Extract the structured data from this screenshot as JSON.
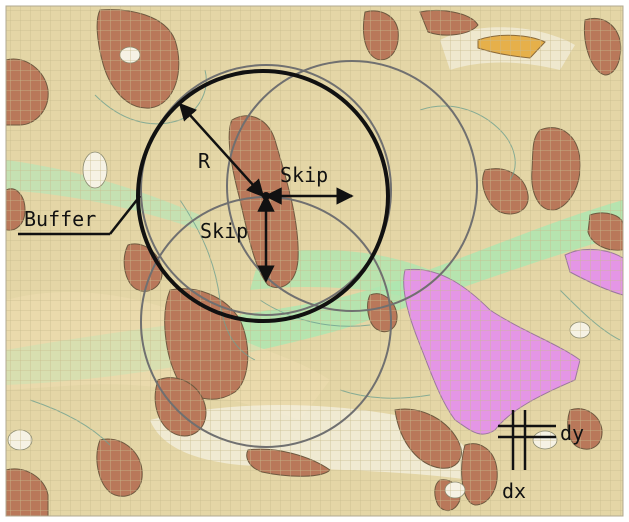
{
  "labels": {
    "radius": "R",
    "skip_horizontal": "Skip",
    "skip_vertical": "Skip",
    "buffer": "Buffer",
    "dy": "dy",
    "dx": "dx"
  },
  "colors": {
    "background": "#e4d6a6",
    "grid": "#c8bc8e",
    "brown_patch": "#b9785a",
    "green_band": "#aee6b0",
    "pink_patch": "#e496e6",
    "orange_patch": "#e6b04a",
    "white_patch": "#f4f0e0",
    "circle_main": "#111111",
    "circle_other": "#707070"
  }
}
